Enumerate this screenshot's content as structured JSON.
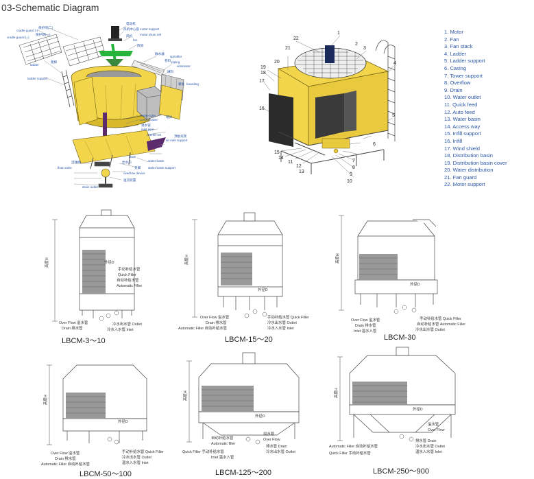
{
  "title": "03-Schematic Diagram",
  "exploded_labels": [
    "cradle guard (-)",
    "cradle guard (=)",
    "保护网(二)",
    "保护网(一)",
    "电动机",
    "风机中心座",
    "motor support",
    "风机",
    "fan",
    "motor drum net",
    "风筒",
    "ladder",
    "ladder support",
    "爬梯",
    "散水器",
    "sprinkler",
    "卷料",
    "piping",
    "eliminator",
    "填料",
    "boarding",
    "蒙板",
    "centre tube",
    "control valve",
    "进水管",
    "inlet pipe",
    "塔体",
    "overfill net",
    "air inlet support",
    "顶板托架",
    "drain",
    "出水口",
    "water basin",
    "water basin support",
    "支脚",
    "float valve",
    "浮球阀",
    "overflow device",
    "溢流装置",
    "drain outlet"
  ],
  "numbered_callouts": [
    "1",
    "2",
    "3",
    "4",
    "5",
    "6",
    "7",
    "8",
    "9",
    "10",
    "11",
    "12",
    "13",
    "14",
    "15",
    "16",
    "17",
    "18",
    "19",
    "20",
    "21",
    "22"
  ],
  "legend": [
    "1.  Motor",
    "2.  Fan",
    "3.  Fan stack",
    "4.  Ladder",
    "5.  Ladder support",
    "6.  Casing",
    "7.  Tower support",
    "8.  Overflow",
    "9.  Drain",
    "10.  Water outlet",
    "11.  Quick feed",
    "12.  Auto feed",
    "13.  Water basin",
    "14.  Access way",
    "15.  Infill support",
    "16.  Infill",
    "17.  Wind shield",
    "18.  Distribution basin",
    "19.  Distribution basin cover",
    "20.  Water distribution",
    "21.  Fan guard",
    "22.  Motor support"
  ],
  "models": [
    {
      "name": "LBCM-3～10",
      "height_label": "高度H",
      "dia_label": "外径D",
      "labels": [
        "手动补给水管",
        "Quick Filler",
        "自动补给水管",
        "Automatic Filler",
        "Over Flow 溢水管",
        "冷水出水管 Outlet",
        "Drain 排水管",
        "冷水入水管 Inlet"
      ]
    },
    {
      "name": "LBCM-15～20",
      "height_label": "高度H",
      "dia_label": "外径D",
      "labels": [
        "Over Flow 溢水管",
        "手动补给水管 Quick Filler",
        "Drain 排水管",
        "冷水出水管 Outlet",
        "Automatic Filler 自动补给水管",
        "冷水入水管 Inlet"
      ]
    },
    {
      "name": "LBCM-30",
      "height_label": "高度H",
      "dia_label": "外径D",
      "labels": [
        "Over Flow 溢水管",
        "手动补给水管 Quick Filler",
        "Drain 排水管",
        "自动补给水管 Automatic Filler",
        "Inlet 温水入管",
        "冷水出水管 Outlet"
      ]
    },
    {
      "name": "LBCM-50～100",
      "height_label": "高度H",
      "dia_label": "外径D",
      "labels": [
        "Over Flow 溢水管",
        "手动补给水管 Quick Filler",
        "Drain 排水管",
        "冷水出水管 Outlet",
        "Automatic Filler 自动补给水管",
        "温水入水管 Inlet"
      ]
    },
    {
      "name": "LBCM-125～200",
      "height_label": "高度H",
      "dia_label": "外径D",
      "labels": [
        "自动补给水管",
        "Automatic filler",
        "溢水管",
        "Over Flow",
        "Quick Filler 手动补给水管",
        "排水管 Drain",
        "冷水出水管 Outlet",
        "Inlet 温水入管"
      ]
    },
    {
      "name": "LBCM-250～900",
      "height_label": "高度H",
      "dia_label": "外径D",
      "labels": [
        "溢水管",
        "Over Flow",
        "Automatic Filler 自动补给水管",
        "排水管 Drain",
        "Quick Filler 手动补给水管",
        "冷水出水管 Outlet",
        "温水入水管 Inlet"
      ]
    }
  ],
  "colors": {
    "yellow": "#f2d54a",
    "yellow_dark": "#d9b92c",
    "legend_blue": "#2a56a8",
    "line": "#444444",
    "dark_infill": "#2b2b2b",
    "green_arrow": "#26b53c",
    "purple": "#5b2b6e"
  }
}
